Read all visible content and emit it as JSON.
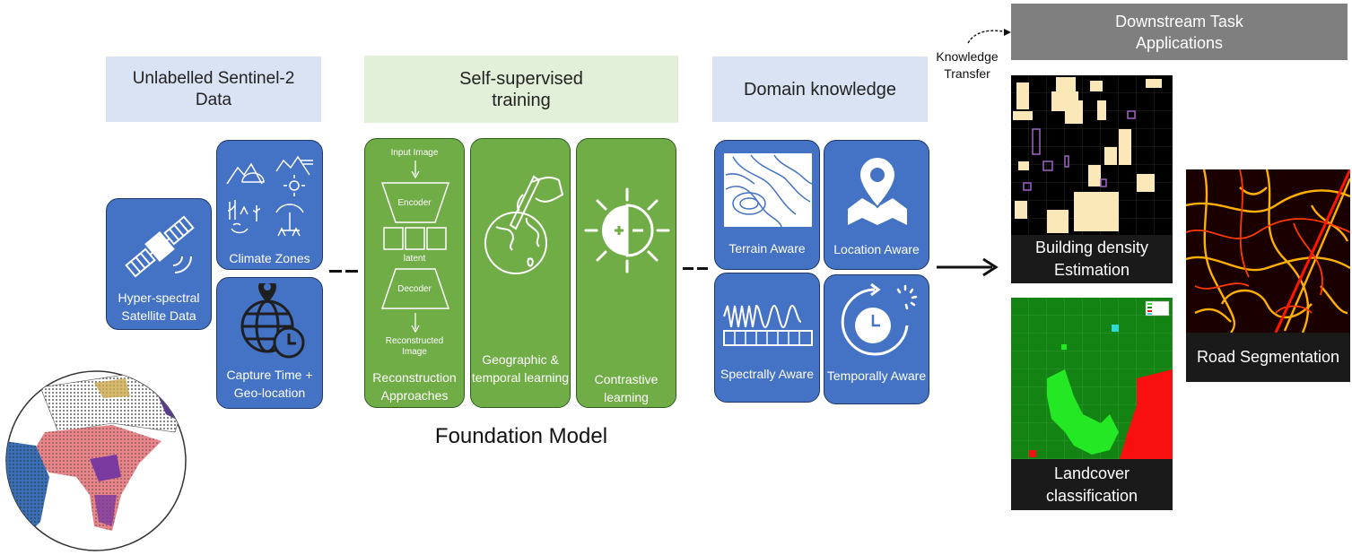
{
  "headers": {
    "unlabelled": "Unlabelled Sentinel-2 Data",
    "self_supervised": "Self-supervised training",
    "domain_knowledge": "Domain knowledge",
    "downstream": "Downstream Task Applications"
  },
  "knowledge_transfer": "Knowledge Transfer",
  "foundation_model": "Foundation Model",
  "data_cards": {
    "satellite": "Hyper-spectral Satellite Data",
    "climate": "Climate Zones",
    "capture": "Capture Time + Geo-location"
  },
  "training_cards": {
    "reconstruction": "Reconstruction Approaches",
    "geographic": "Geographic & temporal learning",
    "contrastive": "Contrastive learning"
  },
  "reconstruction_diagram": {
    "input": "Input Image",
    "encoder": "Encoder",
    "latent": "latent",
    "decoder": "Decoder",
    "output": "Reconstructed Image"
  },
  "domain_cards": {
    "terrain": "Terrain Aware",
    "location": "Location Aware",
    "spectral": "Spectrally Aware",
    "temporal": "Temporally Aware"
  },
  "tasks": {
    "building": "Building density Estimation",
    "landcover": "Landcover classification",
    "road": "Road Segmentation"
  },
  "icons": {
    "satellite": "satellite-icon",
    "climate": "climate-zones-icon",
    "globe_clock": "globe-clock-icon",
    "hand_earth": "hand-drawing-earth-icon",
    "contrast": "contrast-sun-icon",
    "terrain": "contour-map-icon",
    "location": "map-pin-icon",
    "spectral": "waveform-icon",
    "temporal": "clock-cycle-icon"
  },
  "colors": {
    "blue_card": "#4472c4",
    "green_card": "#70ad47",
    "blue_header": "#dae3f3",
    "green_header": "#e2f0d9",
    "grey_header": "#7f7f7f"
  }
}
